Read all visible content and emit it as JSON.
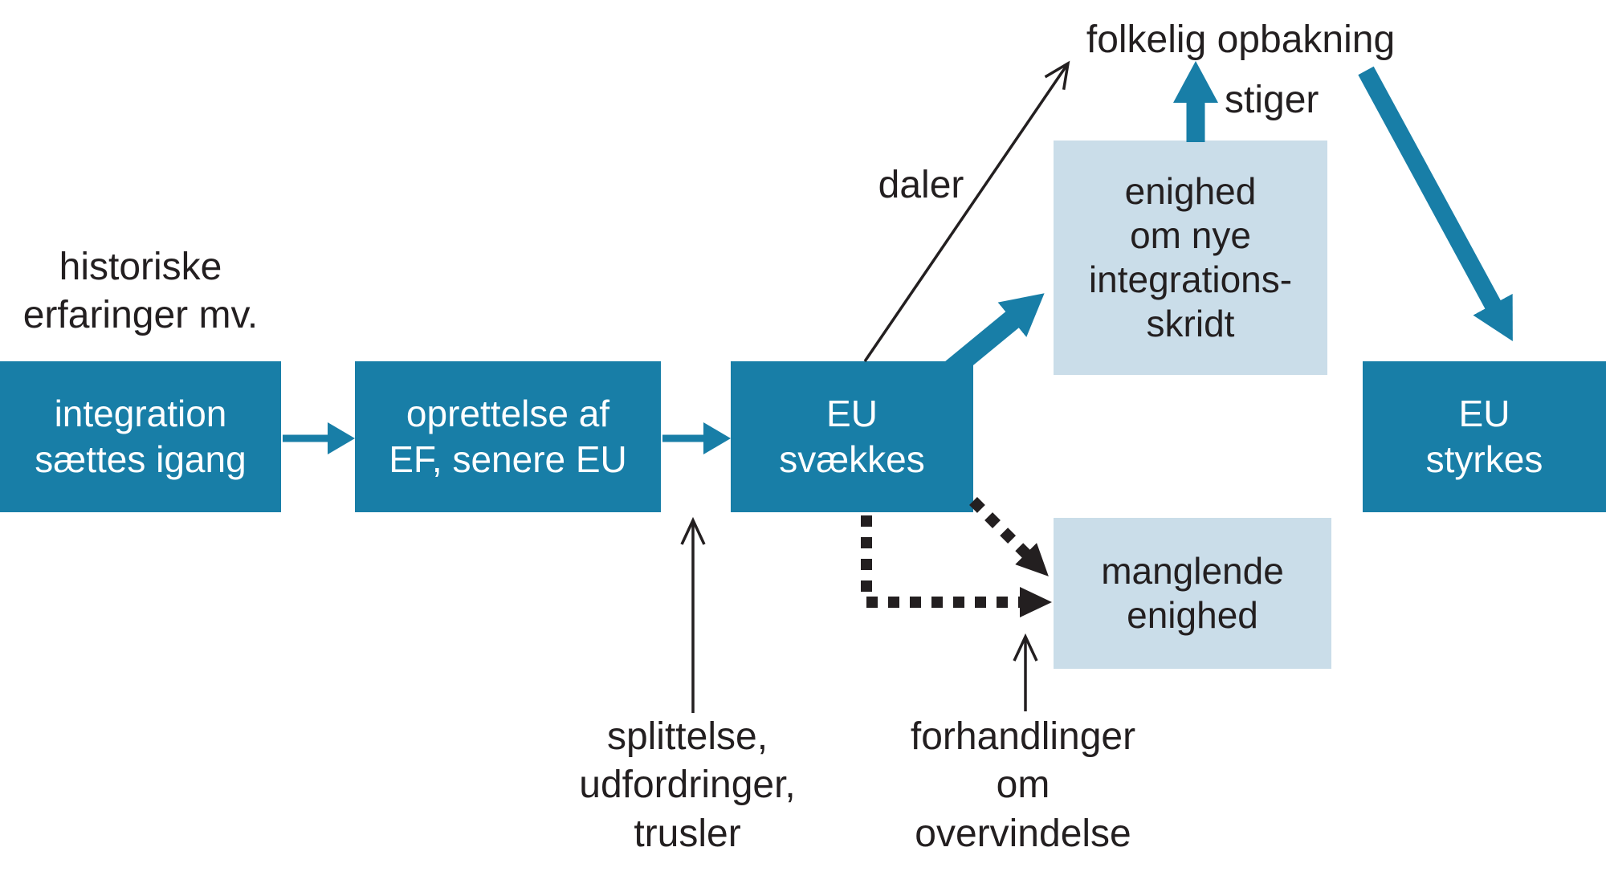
{
  "diagram": {
    "language": "da",
    "colors": {
      "process_box_fill": "#187EA7",
      "process_box_text": "#FFFFFF",
      "outcome_box_fill": "#CADDE9",
      "outcome_box_text": "#231F20",
      "thick_arrow": "#187EA7",
      "thin_arrow": "#231F20",
      "background": "#FFFFFF"
    },
    "nodes": {
      "integration": "integration\nsættes igang",
      "oprettelse": "oprettelse af\nEF, senere EU",
      "eu_svaekkes": "EU\nsvækkes",
      "enighed": "enighed\nom nye\nintegrations-\nskridt",
      "manglende": "manglende\nenighed",
      "eu_styrkes": "EU\nstyrkes"
    },
    "labels": {
      "historiske": "historiske\nerfaringer mv.",
      "folkelig": "folkelig opbakning",
      "stiger": "stiger",
      "daler": "daler",
      "splittelse": "splittelse,\nudfordringer,\ntrusler",
      "forhandlinger": "forhandlinger\nom\novervindelse"
    }
  }
}
